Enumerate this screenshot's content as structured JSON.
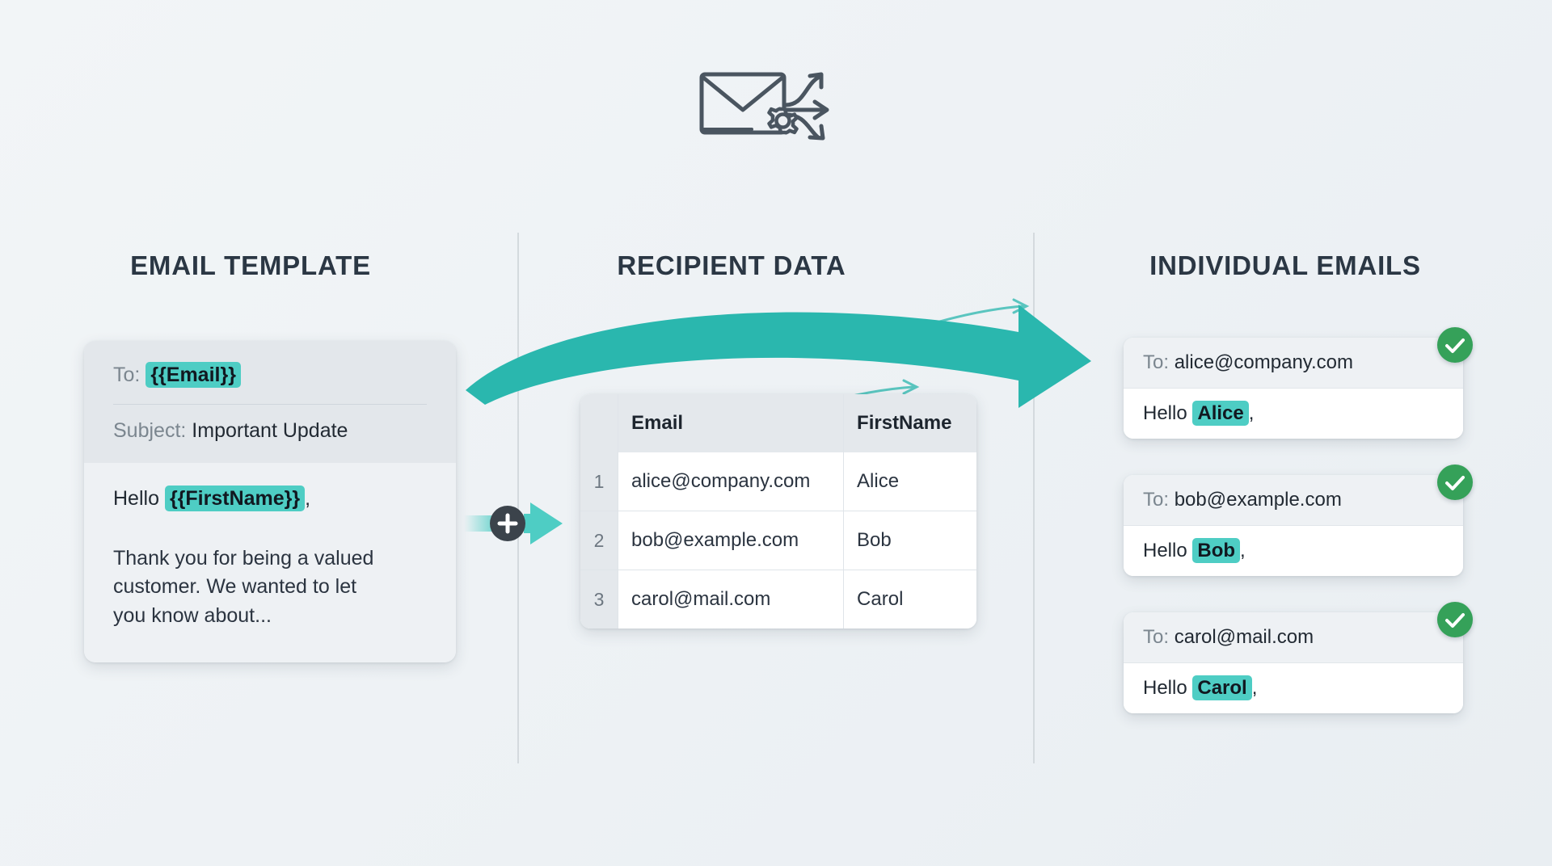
{
  "header": {
    "icon": "envelope-gear-arrows-icon"
  },
  "columns": {
    "template_title": "EMAIL TEMPLATE",
    "data_title": "RECIPIENT DATA",
    "emails_title": "INDIVIDUAL EMAILS"
  },
  "template_card": {
    "to_label": "To:",
    "to_token": "{{Email}}",
    "subject_label": "Subject:",
    "subject_value": "Important Update",
    "greeting_prefix": "Hello",
    "greeting_token": "{{FirstName}}",
    "greeting_suffix": ",",
    "body": "Thank you for being a valued customer. We wanted to let you know about..."
  },
  "connector": {
    "plus_label": "+",
    "icon": "plus-circle-icon"
  },
  "recipient_table": {
    "gutter_header": "",
    "headers": [
      "Email",
      "FirstName"
    ],
    "rows": [
      {
        "num": "1",
        "email": "alice@company.com",
        "first_name": "Alice"
      },
      {
        "num": "2",
        "email": "bob@example.com",
        "first_name": "Bob"
      },
      {
        "num": "3",
        "email": "carol@mail.com",
        "first_name": "Carol"
      }
    ]
  },
  "individual_emails": {
    "to_label": "To:",
    "greeting_prefix": "Hello",
    "greeting_suffix": ",",
    "status_icon": "check-circle-icon",
    "cards": [
      {
        "to": "alice@company.com",
        "name": "Alice"
      },
      {
        "to": "bob@example.com",
        "name": "Bob"
      },
      {
        "to": "carol@mail.com",
        "name": "Carol"
      }
    ]
  },
  "colors": {
    "accent_teal": "#4ecdc4",
    "arrow_teal": "#2ab7ae",
    "success_green": "#35a159",
    "title_navy": "#2b3744",
    "background": "#eef2f5"
  }
}
